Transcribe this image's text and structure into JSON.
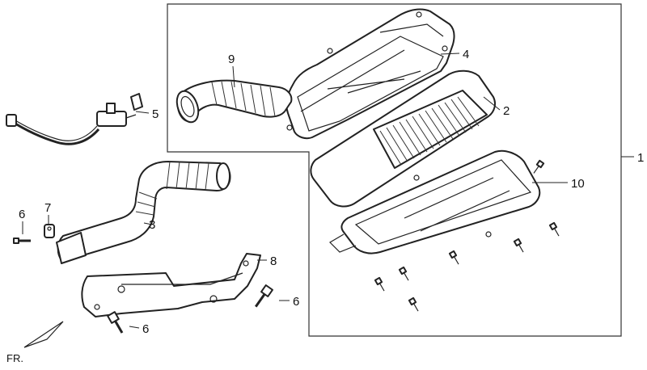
{
  "diagram": {
    "callouts": {
      "p1": "1",
      "p2": "2",
      "p3": "3",
      "p4": "4",
      "p5": "5",
      "p6a": "6",
      "p6b": "6",
      "p6c": "6",
      "p7": "7",
      "p8": "8",
      "p9": "9",
      "p10": "10"
    },
    "direction_label": "FR."
  }
}
